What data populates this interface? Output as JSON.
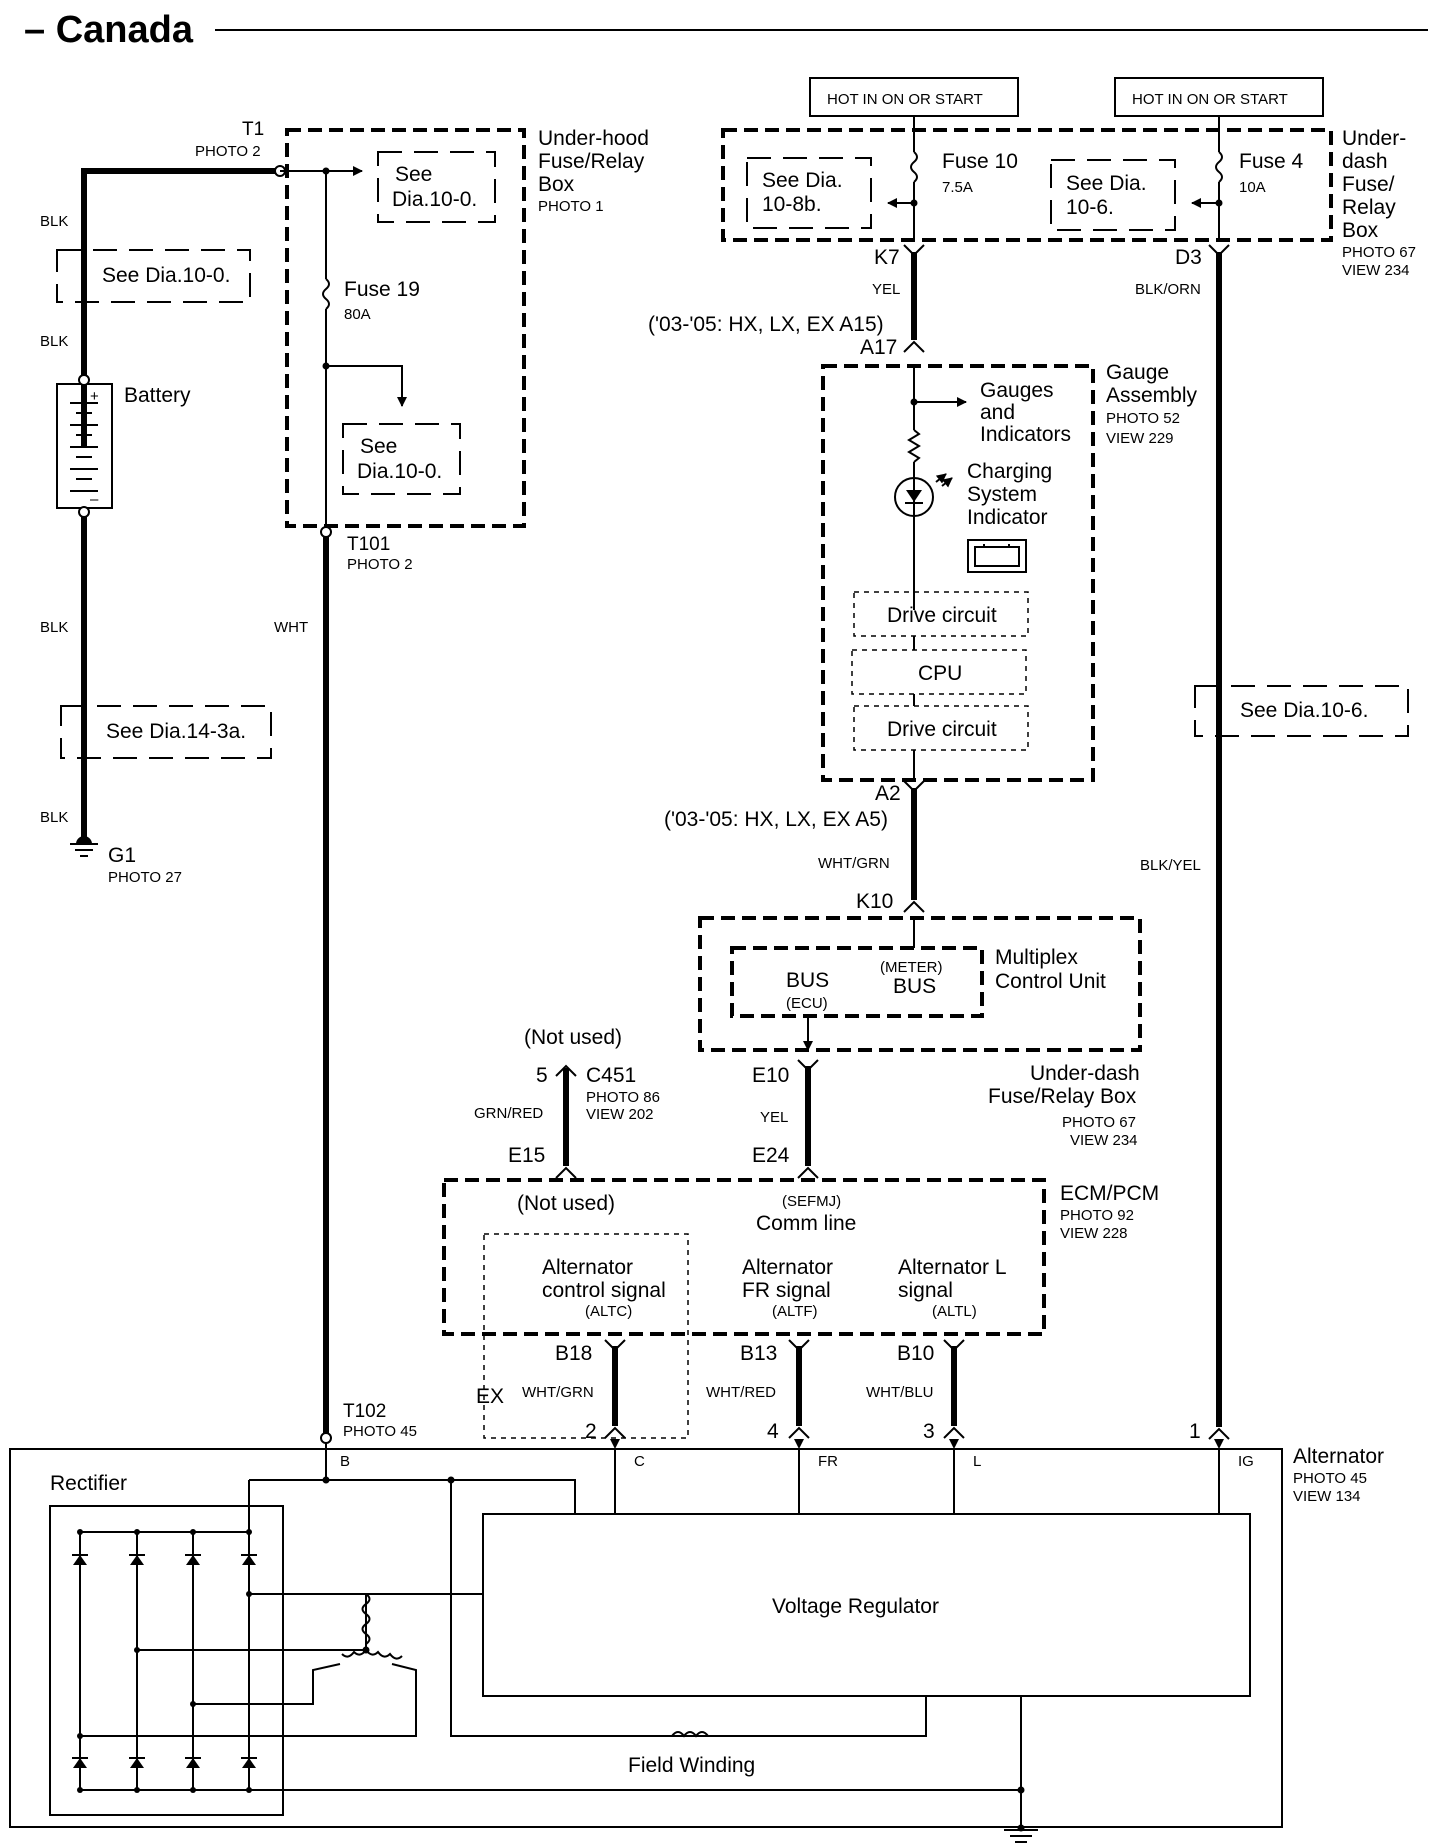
{
  "title": "– Canada",
  "battery": {
    "name": "Battery",
    "plus": "+",
    "minus": "–"
  },
  "t1": {
    "name": "T1",
    "photo": "PHOTO 2"
  },
  "t101": {
    "name": "T101",
    "photo": "PHOTO 2"
  },
  "t102": {
    "name": "T102",
    "photo": "PHOTO 45"
  },
  "g1": {
    "name": "G1",
    "photo": "PHOTO 27"
  },
  "wires": {
    "blk": "BLK",
    "wht": "WHT",
    "yel": "YEL",
    "blk_orn": "BLK/ORN",
    "blk_yel": "BLK/YEL",
    "wht_grn": "WHT/GRN",
    "grn_red": "GRN/RED",
    "wht_red": "WHT/RED",
    "wht_blu": "WHT/BLU"
  },
  "refs": {
    "dia_10_0": "See Dia.10-0.",
    "dia_14_3a": "See Dia.14-3a.",
    "see": "See",
    "dia_10_0_short": "Dia.10-0.",
    "see_dia": "See Dia.",
    "r_10_8b": "10-8b.",
    "r_10_6": "10-6.",
    "dia_10_6": "See Dia.10-6."
  },
  "underhood": {
    "l1": "Under-hood",
    "l2": "Fuse/Relay",
    "l3": "Box",
    "photo": "PHOTO 1",
    "fuse19": "Fuse 19",
    "fuse19_rating": "80A"
  },
  "hot1": "HOT IN ON OR START",
  "hot2": "HOT IN ON OR START",
  "underdash": {
    "l1": "Under-",
    "l2": "dash",
    "l3": "Fuse/",
    "l4": "Relay",
    "l5": "Box",
    "photo": "PHOTO 67",
    "view": "VIEW 234",
    "fuse10": "Fuse 10",
    "fuse10_rating": "7.5A",
    "fuse4": "Fuse 4",
    "fuse4_rating": "10A"
  },
  "conn": {
    "k7": "K7",
    "d3": "D3",
    "a17": "A17",
    "a17_note": "('03-'05: HX, LX, EX A15)",
    "a2": "A2",
    "a2_note": "('03-'05: HX, LX, EX A5)",
    "k10": "K10",
    "e10": "E10",
    "e24": "E24",
    "e15": "E15",
    "c451": "C451",
    "c451_photo": "PHOTO 86",
    "c451_view": "VIEW 202",
    "pin5": "5",
    "not_used": "(Not used)",
    "b18": "B18",
    "b13": "B13",
    "b10": "B10",
    "pin2": "2",
    "pin4": "4",
    "pin3": "3",
    "pin1": "1",
    "ex": "EX"
  },
  "gauge": {
    "l1": "Gauge",
    "l2": "Assembly",
    "photo": "PHOTO 52",
    "view": "VIEW 229",
    "gi1": "Gauges",
    "gi2": "and",
    "gi3": "Indicators",
    "ci1": "Charging",
    "ci2": "System",
    "ci3": "Indicator",
    "drive1": "Drive circuit",
    "cpu": "CPU",
    "drive2": "Drive circuit"
  },
  "mcu": {
    "l1": "Multiplex",
    "l2": "Control Unit",
    "bus": "BUS",
    "ecu": "(ECU)",
    "meter": "(METER)",
    "bus2": "BUS"
  },
  "udbox2": {
    "l1": "Under-dash",
    "l2": "Fuse/Relay Box",
    "photo": "PHOTO 67",
    "view": "VIEW 234"
  },
  "ecm": {
    "name": "ECM/PCM",
    "photo": "PHOTO 92",
    "view": "VIEW 228",
    "not_used": "(Not used)",
    "sefmj": "(SEFMJ)",
    "comm": "Comm line",
    "altc1": "Alternator",
    "altc2": "control signal",
    "altc3": "(ALTC)",
    "altf1": "Alternator",
    "altf2": "FR signal",
    "altf3": "(ALTF)",
    "altl1": "Alternator L",
    "altl2": "signal",
    "altl3": "(ALTL)"
  },
  "alternator": {
    "name": "Alternator",
    "photo": "PHOTO 45",
    "view": "VIEW 134",
    "b": "B",
    "c": "C",
    "fr": "FR",
    "l": "L",
    "ig": "IG",
    "rectifier": "Rectifier",
    "regulator": "Voltage Regulator",
    "field": "Field Winding"
  }
}
